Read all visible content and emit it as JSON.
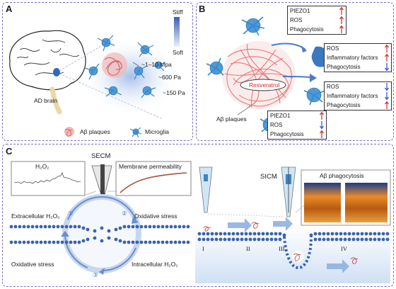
{
  "panel_a": {
    "letter": "A",
    "stiff": "Stiff",
    "soft": "Soft",
    "stiff_1": "~1–10 Mpa",
    "stiff_2": "~600 Pa",
    "stiff_3": "~150 Pa",
    "brain_label": "AD brain",
    "legend_plaques": "Aβ plaques",
    "legend_microglia": "Microglia"
  },
  "panel_b": {
    "letter": "B",
    "box1": [
      "PIEZO1",
      "ROS",
      "Phagocytosis"
    ],
    "box2": [
      "ROS",
      "Inflammatory factors",
      "Phagocytosis"
    ],
    "box3": [
      "ROS",
      "Inflammatory factors",
      "Phagocytosis"
    ],
    "box4": [
      "PIEZO1",
      "ROS",
      "Phagocytosis"
    ],
    "resveratrol": "Resveratrol",
    "plaques": "Aβ plaques",
    "colors": {
      "up": "#d42a2a",
      "down": "#2a4fd4"
    }
  },
  "panel_c": {
    "letter": "C",
    "secm": "SECM",
    "h2o2": "H₂O₂",
    "membrane_perm": "Membrane permeability",
    "extra_h2o2": "Extracellular H₂O₂",
    "ox_stress_1": "Oxidative stress",
    "ox_stress_2": "Oxidative stress",
    "intra_h2o2": "Intracellular H₂O₂",
    "step1": "①",
    "step2": "②",
    "step3": "③",
    "sicm": "SICM",
    "phago_title": "Aβ phagocytosis",
    "stages": [
      "I",
      "II",
      "III",
      "IV"
    ]
  }
}
